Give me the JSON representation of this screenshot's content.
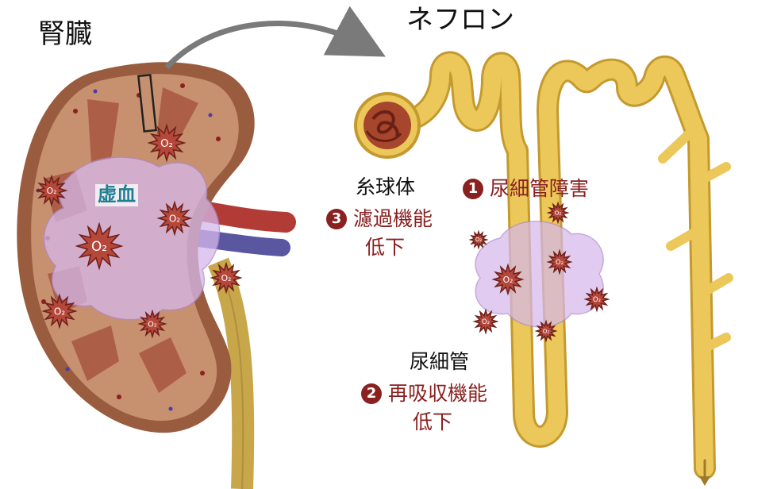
{
  "titles": {
    "kidney": "腎臓",
    "nephron": "ネフロン"
  },
  "labels": {
    "ischemia": "虚血",
    "glomerulus": "糸球体",
    "tubule": "尿細管",
    "o2": "O₂"
  },
  "findings": [
    {
      "number": "3",
      "line1": "濾過機能",
      "line2": "低下"
    },
    {
      "number": "1",
      "line1": "尿細管障害"
    },
    {
      "number": "2",
      "line1": "再吸収機能",
      "line2": "低下"
    }
  ],
  "colors": {
    "kidney_cortex": "#c7906f",
    "kidney_outer": "#9a5c3e",
    "artery": "#b33b35",
    "vein": "#5a56a0",
    "ureter": "#c8a64a",
    "nephron_tube": "#ecc85a",
    "ischemia_cloud": "#d6b8ec",
    "accent_red": "#8a2020",
    "ischemia_text": "#1f7f92"
  }
}
